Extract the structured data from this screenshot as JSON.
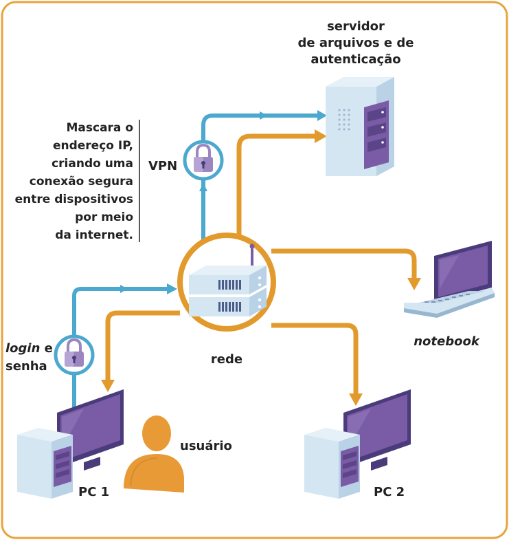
{
  "colors": {
    "frame": "#E8A33C",
    "orange_link": "#E29A2D",
    "blue_link": "#4BA8CF",
    "device_light": "#D5E6F3",
    "device_mid": "#B9D2E6",
    "device_dark": "#97B6CF",
    "screen": "#7A5BA6",
    "lock": "#9B86C0",
    "user": "#E89A36",
    "text": "#222222"
  },
  "labels": {
    "server": [
      "servidor",
      "de arquivos e de",
      "autenticação"
    ],
    "vpn_note": [
      "Mascara o",
      "endereço IP,",
      "criando uma",
      "conexão segura",
      "entre dispositivos",
      "por meio",
      "da internet."
    ],
    "vpn": "VPN",
    "hub": "rede",
    "login_word": "login",
    "login_rest": " e",
    "login_line2": "senha",
    "notebook": "notebook",
    "user": "usuário",
    "pc1": "PC 1",
    "pc2": "PC 2"
  },
  "icons": {
    "vpn_lock": "padlock-icon",
    "login_lock": "padlock-icon",
    "user": "person-silhouette-icon"
  }
}
